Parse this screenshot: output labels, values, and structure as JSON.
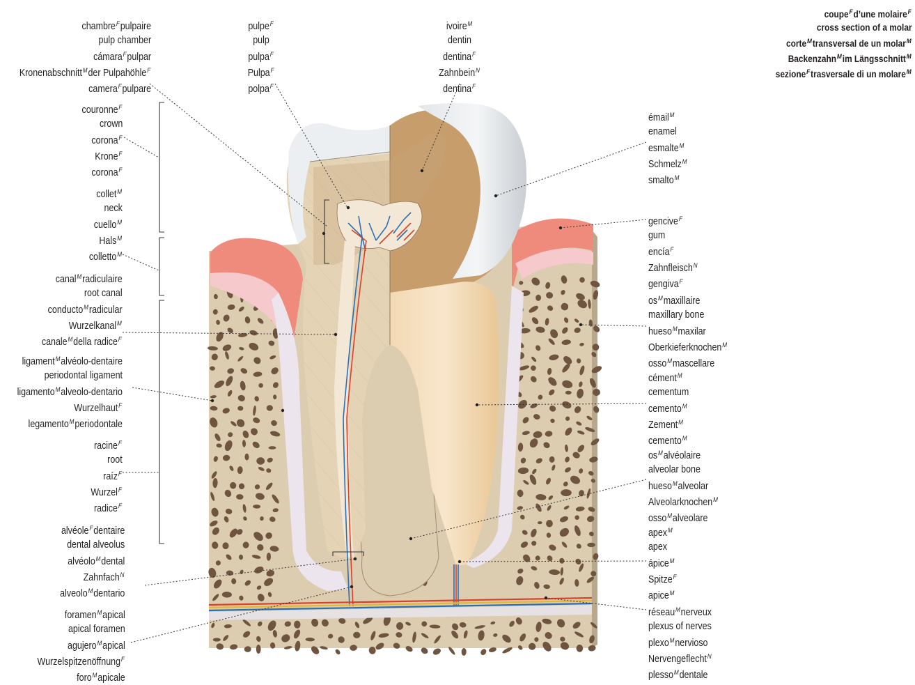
{
  "title": [
    [
      [
        "coupe",
        "F"
      ],
      [
        "d’une molaire",
        "F"
      ]
    ],
    [
      [
        "cross section of a molar",
        ""
      ]
    ],
    [
      [
        "corte",
        "M"
      ],
      [
        "transversal de un molar",
        "M"
      ]
    ],
    [
      [
        "Backenzahn",
        "M"
      ],
      [
        "im Längsschnitt",
        "M"
      ]
    ],
    [
      [
        "sezione",
        "F"
      ],
      [
        "trasversale di un molare",
        "M"
      ]
    ]
  ],
  "labels": {
    "pulp_chamber": [
      [
        [
          "chambre",
          "F"
        ],
        [
          "pulpaire",
          ""
        ]
      ],
      [
        [
          "pulp chamber",
          ""
        ]
      ],
      [
        [
          "cámara",
          "F"
        ],
        [
          "pulpar",
          ""
        ]
      ],
      [
        [
          "Kronenabschnitt",
          "M"
        ],
        [
          "der Pulpahöhle",
          "F"
        ]
      ],
      [
        [
          "camera",
          "F"
        ],
        [
          "pulpare",
          ""
        ]
      ]
    ],
    "pulp": [
      [
        [
          "pulpe",
          "F"
        ]
      ],
      [
        [
          "pulp",
          ""
        ]
      ],
      [
        [
          "pulpa",
          "F"
        ]
      ],
      [
        [
          "Pulpa",
          "F"
        ]
      ],
      [
        [
          "polpa",
          "F"
        ]
      ]
    ],
    "dentin": [
      [
        [
          "ivoire",
          "M"
        ]
      ],
      [
        [
          "dentin",
          ""
        ]
      ],
      [
        [
          "dentina",
          "F"
        ]
      ],
      [
        [
          "Zahnbein",
          "N"
        ]
      ],
      [
        [
          "dentina",
          "F"
        ]
      ]
    ],
    "crown": [
      [
        [
          "couronne",
          "F"
        ]
      ],
      [
        [
          "crown",
          ""
        ]
      ],
      [
        [
          "corona",
          "F"
        ]
      ],
      [
        [
          "Krone",
          "F"
        ]
      ],
      [
        [
          "corona",
          "F"
        ]
      ]
    ],
    "neck": [
      [
        [
          "collet",
          "M"
        ]
      ],
      [
        [
          "neck",
          ""
        ]
      ],
      [
        [
          "cuello",
          "M"
        ]
      ],
      [
        [
          "Hals",
          "M"
        ]
      ],
      [
        [
          "colletto",
          "M"
        ]
      ]
    ],
    "root_canal": [
      [
        [
          "canal",
          "M"
        ],
        [
          "radiculaire",
          ""
        ]
      ],
      [
        [
          "root canal",
          ""
        ]
      ],
      [
        [
          "conducto",
          "M"
        ],
        [
          "radicular",
          ""
        ]
      ],
      [
        [
          "Wurzelkanal",
          "M"
        ]
      ],
      [
        [
          "canale",
          "M"
        ],
        [
          "della radice",
          "F"
        ]
      ]
    ],
    "periodontal_ligament": [
      [
        [
          "ligament",
          "M"
        ],
        [
          "alvéolo-dentaire",
          ""
        ]
      ],
      [
        [
          "periodontal ligament",
          ""
        ]
      ],
      [
        [
          "ligamento",
          "M"
        ],
        [
          "alveolo-dentario",
          ""
        ]
      ],
      [
        [
          "Wurzelhaut",
          "F"
        ]
      ],
      [
        [
          "legamento",
          "M"
        ],
        [
          "periodontale",
          ""
        ]
      ]
    ],
    "root": [
      [
        [
          "racine",
          "F"
        ]
      ],
      [
        [
          "root",
          ""
        ]
      ],
      [
        [
          "raíz",
          "F"
        ]
      ],
      [
        [
          "Wurzel",
          "F"
        ]
      ],
      [
        [
          "radice",
          "F"
        ]
      ]
    ],
    "dental_alveolus": [
      [
        [
          "alvéole",
          "F"
        ],
        [
          "dentaire",
          ""
        ]
      ],
      [
        [
          "dental alveolus",
          ""
        ]
      ],
      [
        [
          "alvéolo",
          "M"
        ],
        [
          "dental",
          ""
        ]
      ],
      [
        [
          "Zahnfach",
          "N"
        ]
      ],
      [
        [
          "alveolo",
          "M"
        ],
        [
          "dentario",
          ""
        ]
      ]
    ],
    "apical_foramen": [
      [
        [
          "foramen",
          "M"
        ],
        [
          "apical",
          ""
        ]
      ],
      [
        [
          "apical foramen",
          ""
        ]
      ],
      [
        [
          "agujero",
          "M"
        ],
        [
          "apical",
          ""
        ]
      ],
      [
        [
          "Wurzelspitzenöffnung",
          "F"
        ]
      ],
      [
        [
          "foro",
          "M"
        ],
        [
          "apicale",
          ""
        ]
      ]
    ],
    "enamel": [
      [
        [
          "émail",
          "M"
        ]
      ],
      [
        [
          "enamel",
          ""
        ]
      ],
      [
        [
          "esmalte",
          "M"
        ]
      ],
      [
        [
          "Schmelz",
          "M"
        ]
      ],
      [
        [
          "smalto",
          "M"
        ]
      ]
    ],
    "gum": [
      [
        [
          "gencive",
          "F"
        ]
      ],
      [
        [
          "gum",
          ""
        ]
      ],
      [
        [
          "encía",
          "F"
        ]
      ],
      [
        [
          "Zahnfleisch",
          "N"
        ]
      ],
      [
        [
          "gengiva",
          "F"
        ]
      ]
    ],
    "maxillary_bone": [
      [
        [
          "os",
          "M"
        ],
        [
          "maxillaire",
          ""
        ]
      ],
      [
        [
          "maxillary bone",
          ""
        ]
      ],
      [
        [
          "hueso",
          "M"
        ],
        [
          "maxilar",
          ""
        ]
      ],
      [
        [
          "Oberkieferknochen",
          "M"
        ]
      ],
      [
        [
          "osso",
          "M"
        ],
        [
          "mascellare",
          ""
        ]
      ]
    ],
    "cementum": [
      [
        [
          "cément",
          "M"
        ]
      ],
      [
        [
          "cementum",
          ""
        ]
      ],
      [
        [
          "cemento",
          "M"
        ]
      ],
      [
        [
          "Zement",
          "M"
        ]
      ],
      [
        [
          "cemento",
          "M"
        ]
      ]
    ],
    "alveolar_bone": [
      [
        [
          "os",
          "M"
        ],
        [
          "alvéolaire",
          ""
        ]
      ],
      [
        [
          "alveolar bone",
          ""
        ]
      ],
      [
        [
          "hueso",
          "M"
        ],
        [
          "alveolar",
          ""
        ]
      ],
      [
        [
          "Alveolarknochen",
          "M"
        ]
      ],
      [
        [
          "osso",
          "M"
        ],
        [
          "alveolare",
          ""
        ]
      ]
    ],
    "apex": [
      [
        [
          "apex",
          "M"
        ]
      ],
      [
        [
          "apex",
          ""
        ]
      ],
      [
        [
          "ápice",
          "M"
        ]
      ],
      [
        [
          "Spitze",
          "F"
        ]
      ],
      [
        [
          "apice",
          "M"
        ]
      ]
    ],
    "plexus_of_nerves": [
      [
        [
          "réseau",
          "M"
        ],
        [
          "nerveux",
          ""
        ]
      ],
      [
        [
          "plexus of nerves",
          ""
        ]
      ],
      [
        [
          "plexo",
          "M"
        ],
        [
          "nervioso",
          ""
        ]
      ],
      [
        [
          "Nervengeflecht",
          "N"
        ]
      ],
      [
        [
          "plesso",
          "M"
        ],
        [
          "dentale",
          ""
        ]
      ]
    ]
  },
  "colors": {
    "enamel": "#e9ecef",
    "dentin": "#e3cfae",
    "dentin_dark": "#c9a77c",
    "pulp": "#f3e6d1",
    "gum": "#f1877a",
    "bone": "#dfd1b6",
    "bone_hole": "#6e5540",
    "ligament": "#efe8ee",
    "artery": "#d9412b",
    "vein": "#2a6fb4",
    "nerve": "#e6b630"
  }
}
